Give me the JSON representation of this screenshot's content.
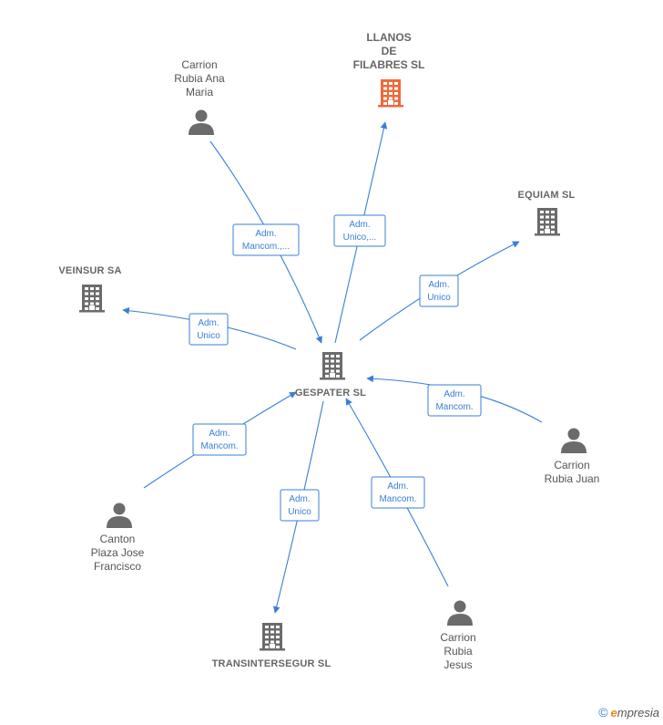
{
  "nodes": [
    {
      "id": "gespater",
      "type": "company",
      "lines": [
        "GESPATER SL"
      ],
      "color": "#6b6b6b"
    },
    {
      "id": "llanos",
      "type": "company",
      "lines": [
        "LLANOS",
        "DE",
        "FILABRES  SL"
      ],
      "color": "#ee6a3b"
    },
    {
      "id": "equiam",
      "type": "company",
      "lines": [
        "EQUIAM SL"
      ],
      "color": "#6b6b6b"
    },
    {
      "id": "veinsur",
      "type": "company",
      "lines": [
        "VEINSUR SA"
      ],
      "color": "#6b6b6b"
    },
    {
      "id": "transintersegur",
      "type": "company",
      "lines": [
        "TRANSINTERSEGUR SL"
      ],
      "color": "#6b6b6b"
    },
    {
      "id": "carrion_ana",
      "type": "person",
      "lines": [
        "Carrion",
        "Rubia Ana",
        "Maria"
      ],
      "color": "#6b6b6b"
    },
    {
      "id": "carrion_juan",
      "type": "person",
      "lines": [
        "Carrion",
        "Rubia Juan"
      ],
      "color": "#6b6b6b"
    },
    {
      "id": "canton",
      "type": "person",
      "lines": [
        "Canton",
        "Plaza Jose",
        "Francisco"
      ],
      "color": "#6b6b6b"
    },
    {
      "id": "carrion_jesus",
      "type": "person",
      "lines": [
        "Carrion",
        "Rubia",
        "Jesus"
      ],
      "color": "#6b6b6b"
    }
  ],
  "edges": [
    {
      "from": "carrion_ana",
      "to": "gespater",
      "label": [
        "Adm.",
        "Mancom.,..."
      ]
    },
    {
      "from": "gespater",
      "to": "llanos",
      "label": [
        "Adm.",
        "Unico,..."
      ]
    },
    {
      "from": "gespater",
      "to": "equiam",
      "label": [
        "Adm.",
        "Unico"
      ]
    },
    {
      "from": "gespater",
      "to": "veinsur",
      "label": [
        "Adm.",
        "Unico"
      ]
    },
    {
      "from": "carrion_juan",
      "to": "gespater",
      "label": [
        "Adm.",
        "Mancom."
      ]
    },
    {
      "from": "canton",
      "to": "gespater",
      "label": [
        "Adm.",
        "Mancom."
      ]
    },
    {
      "from": "gespater",
      "to": "transintersegur",
      "label": [
        "Adm.",
        "Unico"
      ]
    },
    {
      "from": "carrion_jesus",
      "to": "gespater",
      "label": [
        "Adm.",
        "Mancom."
      ]
    }
  ],
  "colors": {
    "edge": "#3a7fd5",
    "node": "#6b6b6b",
    "highlight": "#ee6a3b"
  },
  "footer": {
    "copyright_symbol": "©",
    "brand_initial": "e",
    "brand_rest": "mpresia"
  }
}
